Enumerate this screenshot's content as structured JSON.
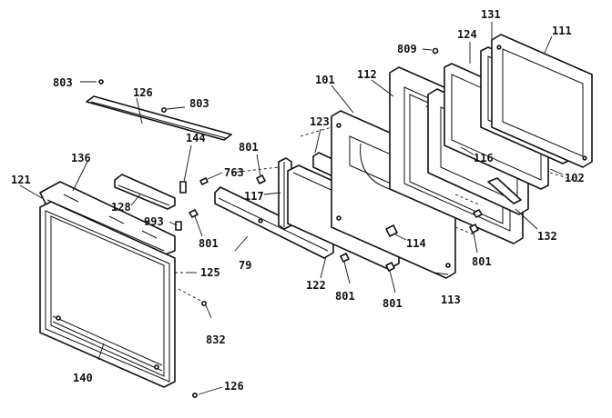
{
  "labels": {
    "l803a": "803",
    "l126a": "126",
    "l803b": "803",
    "l144": "144",
    "l763": "763",
    "l136": "136",
    "l121": "121",
    "l128": "128",
    "l993": "993",
    "l801a": "801",
    "l801b": "801",
    "l117": "117",
    "l125": "125",
    "l79": "79",
    "l832": "832",
    "l140": "140",
    "l126b": "126",
    "l123": "123",
    "l101": "101",
    "l112": "112",
    "l809": "809",
    "l124": "124",
    "l131": "131",
    "l111": "111",
    "l116": "116",
    "l102": "102",
    "l132": "132",
    "l114": "114",
    "l801c": "801",
    "l122": "122",
    "l801d": "801",
    "l801e": "801",
    "l113": "113"
  }
}
